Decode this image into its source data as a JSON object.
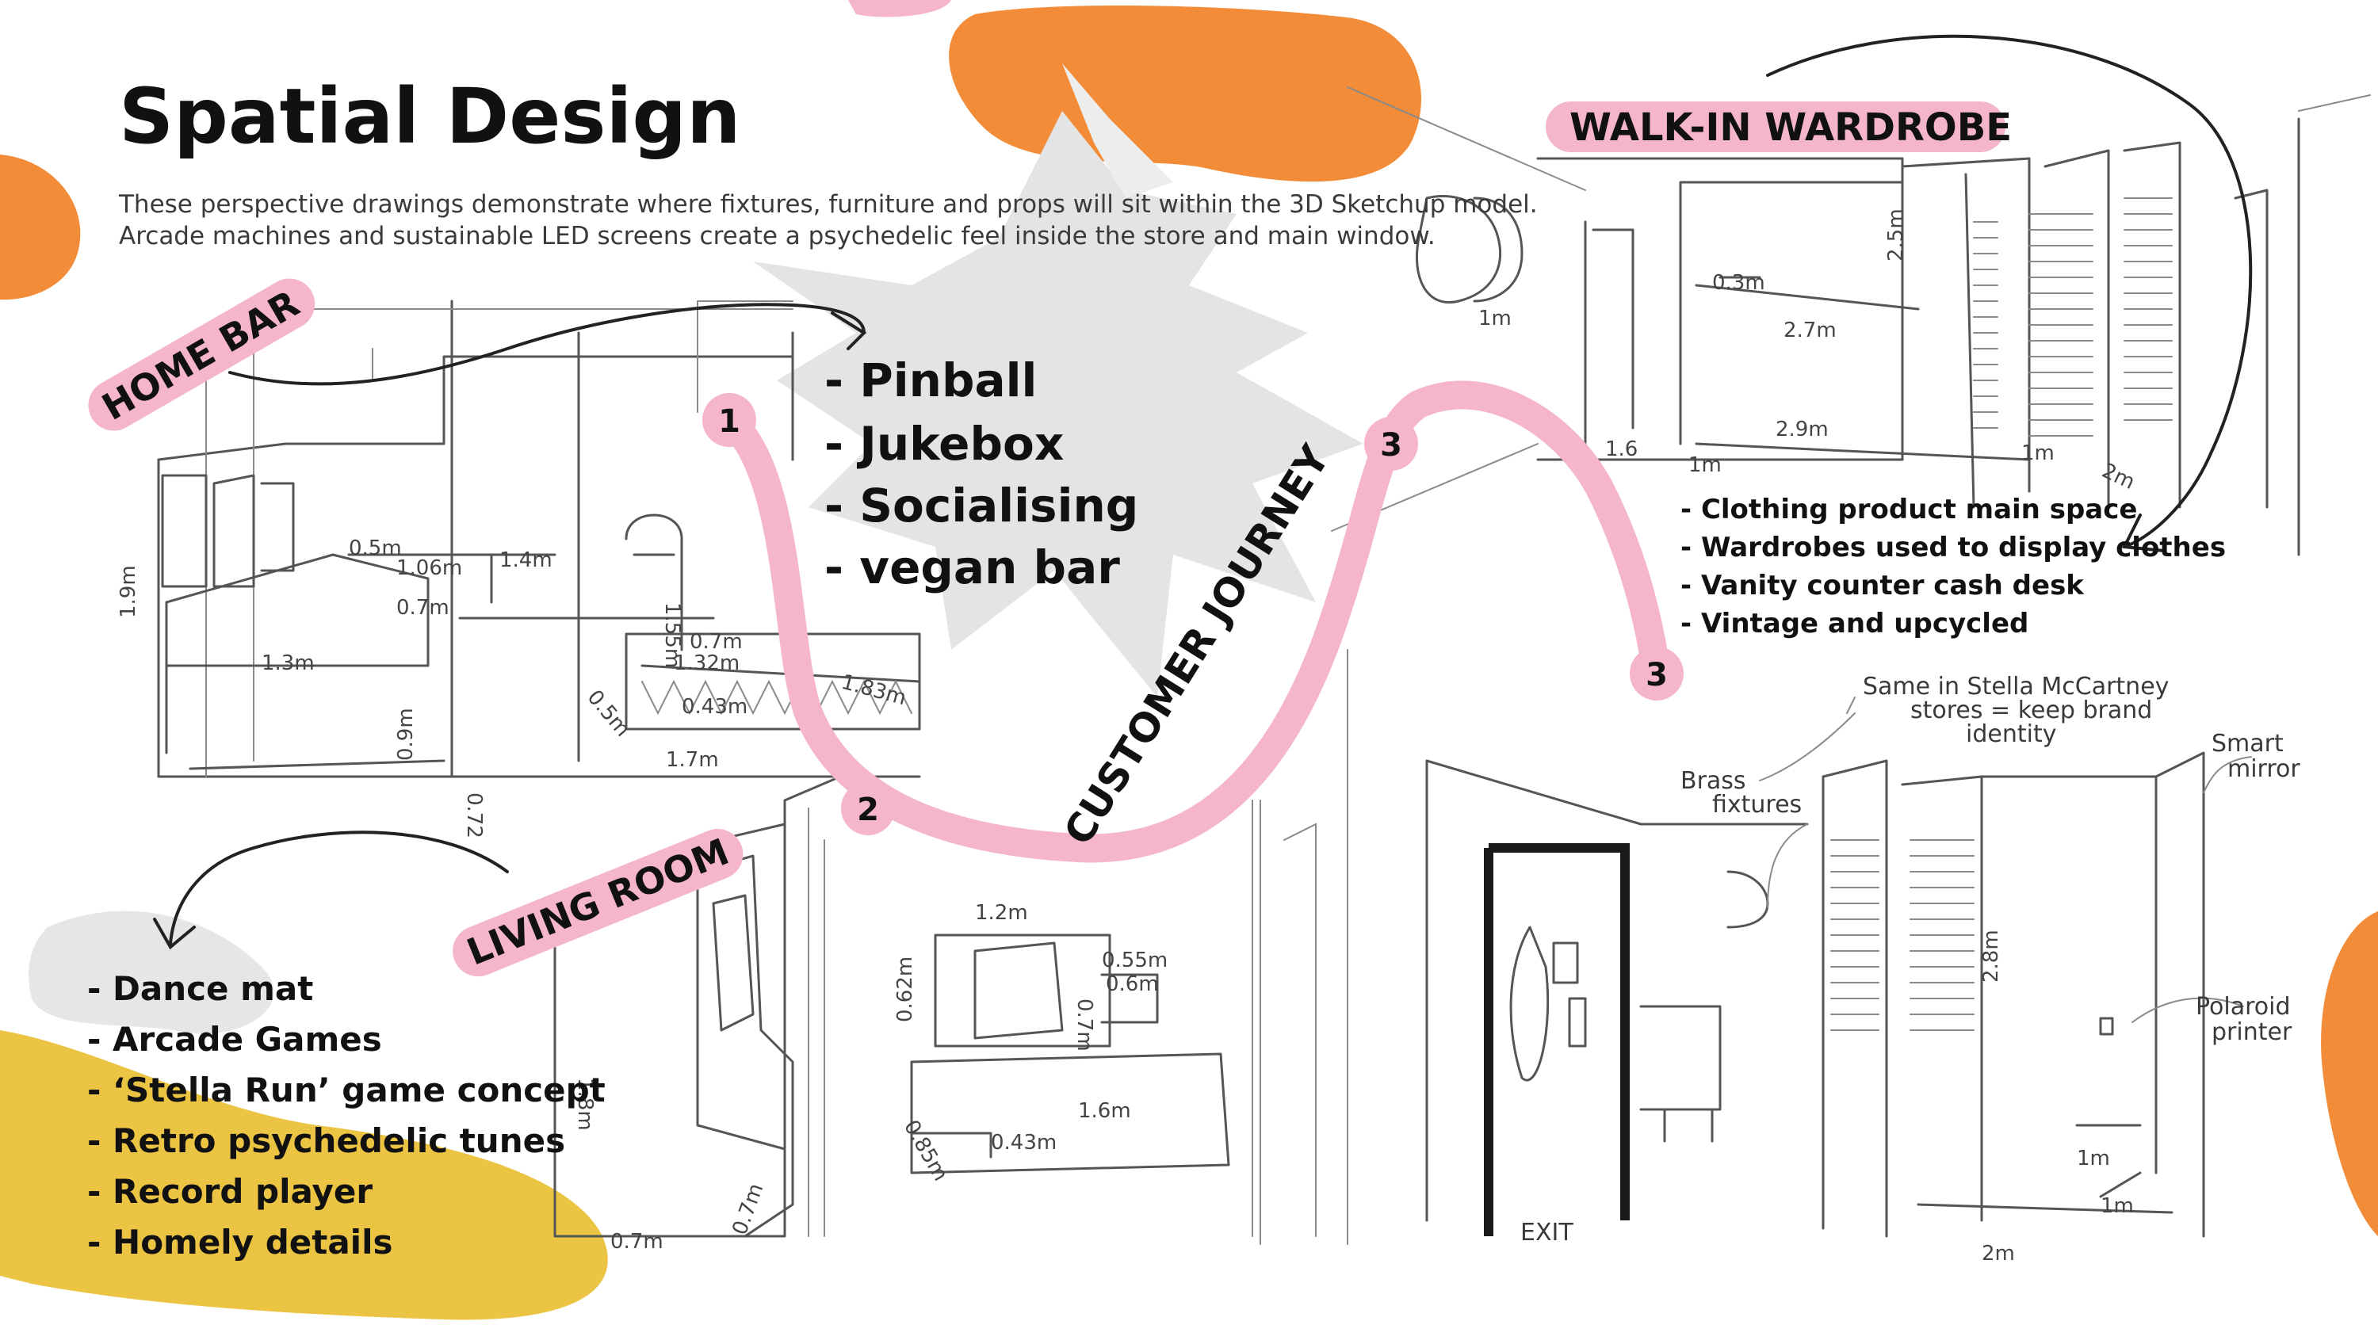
{
  "title": "Spatial Design",
  "intro": [
    "These perspective drawings demonstrate where fixtures, furniture and props will sit within the 3D Sketchup model.",
    "Arcade machines and sustainable LED screens create a psychedelic feel inside the store and main window."
  ],
  "colors": {
    "orange": "#F28C38",
    "pink": "#F4B6C8",
    "yellow": "#ECC443",
    "grey_splash": "#E4E4E4",
    "ink": "#111111"
  },
  "sections": {
    "home_bar": {
      "label": "HOME BAR",
      "bullets": [
        "- Pinball",
        "- Jukebox",
        "- Socialising",
        "- vegan bar"
      ]
    },
    "living_room": {
      "label": "LIVING ROOM",
      "bullets": [
        "- Dance mat",
        "- Arcade Games",
        "- ‘Stella Run’ game concept",
        "- Retro psychedelic tunes",
        "- Record player",
        "- Homely details"
      ]
    },
    "walk_in_wardrobe": {
      "label": "WALK-IN WARDROBE",
      "bullets": [
        "- Clothing product main space",
        "- Wardrobes used to display clothes",
        "- Vanity counter cash desk",
        "- Vintage and upcycled"
      ]
    }
  },
  "journey": {
    "label": "CUSTOMER JOURNEY",
    "markers": [
      "1",
      "2",
      "3",
      "3"
    ]
  },
  "annotations": {
    "stores_note": [
      "Same in Stella McCartney",
      "stores = keep brand",
      "identity"
    ],
    "brass": [
      "Brass",
      "fixtures"
    ],
    "smart_mirror": [
      "Smart",
      "mirror"
    ],
    "polaroid": [
      "Polaroid",
      "printer"
    ],
    "exit": "EXIT"
  },
  "dims": {
    "home_bar": [
      "0.5m",
      "1.06m",
      "1.4m",
      "0.7m",
      "1.9m",
      "1.3m",
      "0.9m",
      "1.55m",
      "0.7m",
      "1.32m",
      "1.83m",
      "0.43m",
      "0.5m",
      "1.7m",
      "0.72"
    ],
    "living_room": [
      "1.8m",
      "0.7m",
      "0.7m",
      "1.2m",
      "0.62m",
      "0.55m",
      "0.6m",
      "0.7m",
      "1.6m",
      "0.85m",
      "0.43m"
    ],
    "wardrobe": [
      "1m",
      "0.3m",
      "2.7m",
      "2.5m",
      "2.9m",
      "1m",
      "1m",
      "2m",
      "1.6"
    ],
    "shop": [
      "2.8m",
      "1m",
      "1m",
      "2m"
    ]
  }
}
